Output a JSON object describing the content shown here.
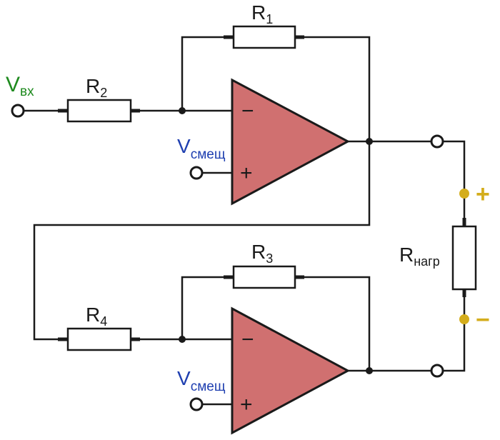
{
  "colors": {
    "wire": "#1a1a1a",
    "opamp_fill": "#d07070",
    "input_label": "#1e8a1e",
    "bias_label": "#1f3fb0",
    "load_polarity": "#d4ad1c"
  },
  "input": {
    "main": "V",
    "sub": "вх"
  },
  "opamp_top": {
    "bias_main": "V",
    "bias_sub": "смещ",
    "minus": "−",
    "plus": "+"
  },
  "opamp_bottom": {
    "bias_main": "V",
    "bias_sub": "смещ",
    "minus": "−",
    "plus": "+"
  },
  "resistors": {
    "r1": {
      "main": "R",
      "sub": "1"
    },
    "r2": {
      "main": "R",
      "sub": "2"
    },
    "r3": {
      "main": "R",
      "sub": "3"
    },
    "r4": {
      "main": "R",
      "sub": "4"
    }
  },
  "load": {
    "main": "R",
    "sub": "нагр",
    "plus": "+",
    "minus": "−"
  }
}
